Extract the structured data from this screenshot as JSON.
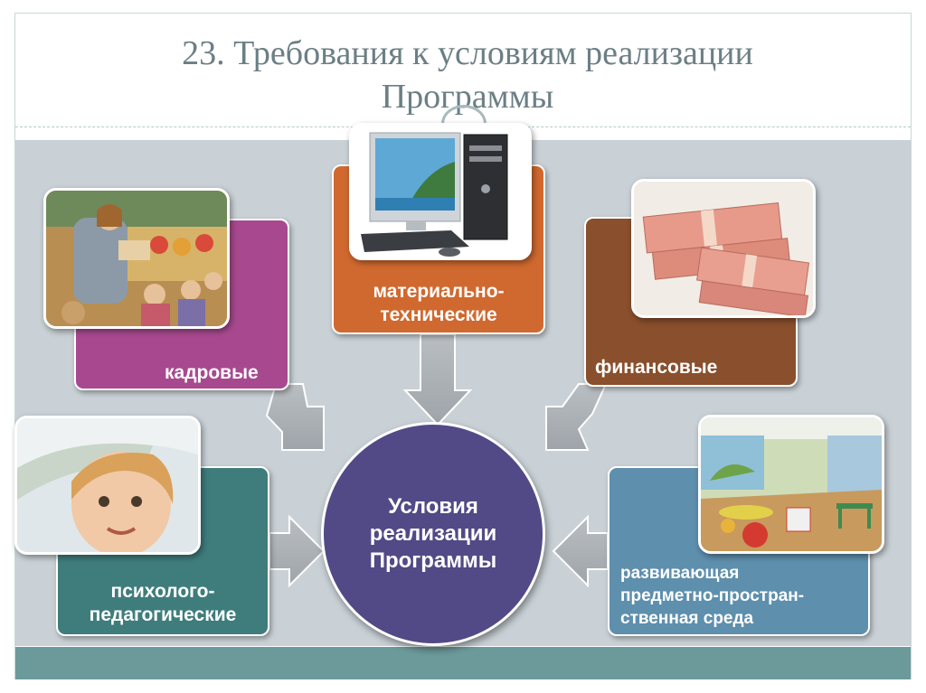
{
  "slide": {
    "title_line1": "23. Требования к условиям реализации",
    "title_line2": "Программы"
  },
  "center": {
    "line1": "Условия",
    "line2": "реализации",
    "line3": "Программы",
    "color": "#514a86"
  },
  "boxes": {
    "kadrovye": {
      "label": "кадровые",
      "color": "#a8498f"
    },
    "material": {
      "line1": "материально-",
      "line2": "технические",
      "color": "#d0692f"
    },
    "finansovye": {
      "label": "финансовые",
      "color": "#8a4f2c"
    },
    "psycho": {
      "line1": "психолого-",
      "line2": "педагогические",
      "color": "#3f7d7c"
    },
    "razvivayushchaya": {
      "line1": "развивающая",
      "line2": "предметно-простран-",
      "line3": "ственная среда",
      "color": "#5e8fad"
    }
  },
  "photos": {
    "kadrovye": "teacher-reading-photo",
    "material": "computer-photo",
    "finansovye": "money-photo",
    "psycho": "child-photo",
    "razvivayushchaya": "playroom-photo"
  }
}
